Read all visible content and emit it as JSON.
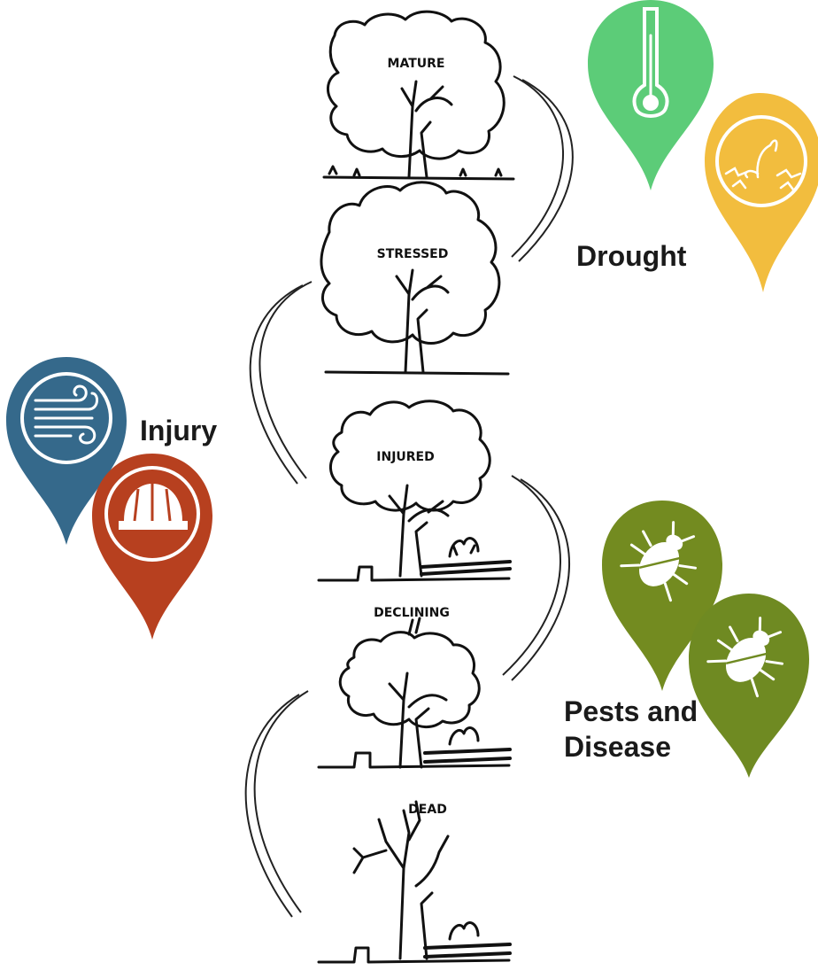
{
  "stages": [
    "MATURE",
    "STRESSED",
    "INJURED",
    "DECLINING",
    "DEAD"
  ],
  "categories": {
    "drought": {
      "label": "Drought",
      "pins": [
        {
          "icon": "thermometer-icon",
          "color": "#5ccc78"
        },
        {
          "icon": "wilting-plant-dry-soil-icon",
          "color": "#f2bd3e"
        }
      ]
    },
    "injury": {
      "label": "Injury",
      "pins": [
        {
          "icon": "wind-icon",
          "color": "#35698b"
        },
        {
          "icon": "hard-hat-icon",
          "color": "#b7401f"
        }
      ]
    },
    "pests": {
      "label_line1": "Pests and",
      "label_line2": "Disease",
      "pins": [
        {
          "icon": "beetle-icon",
          "color": "#738b20"
        },
        {
          "icon": "beetle-icon",
          "color": "#6f8a22"
        }
      ]
    }
  }
}
